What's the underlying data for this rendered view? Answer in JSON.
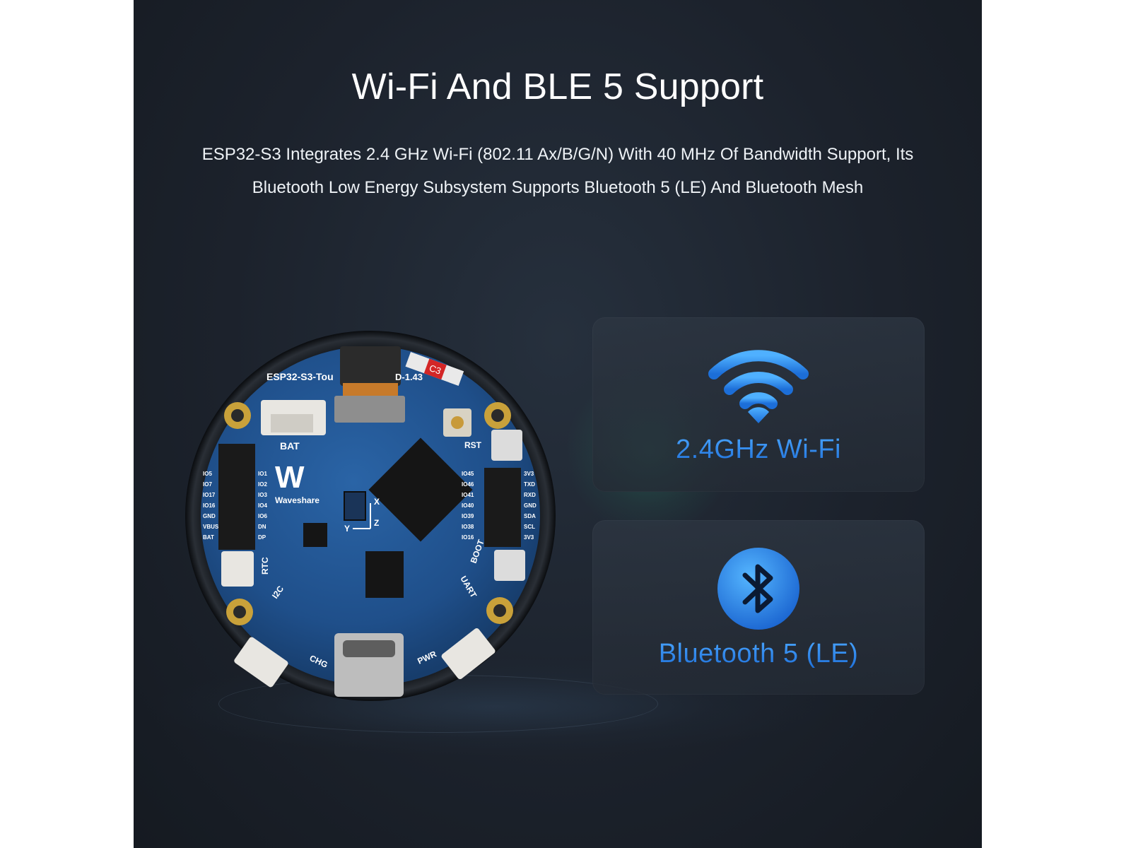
{
  "heading": {
    "title": "Wi-Fi And BLE 5 Support",
    "description_lines": [
      "ESP32-S3 Integrates 2.4 GHz Wi-Fi (802.11 Ax/B/G/N) With 40 MHz Of Bandwidth Support, Its",
      "Bluetooth Low Energy Subsystem Supports Bluetooth 5 (LE) And Bluetooth Mesh"
    ]
  },
  "board": {
    "model_label": "ESP32-S3-Tou",
    "model_suffix": "D-1.43",
    "brand": "Waveshare",
    "battery_label": "BAT",
    "rst_label": "RST",
    "boot_label": "BOOT",
    "rtc_label": "RTC",
    "i2c_label": "I2C",
    "uart_label": "UART",
    "chg_label": "CHG",
    "pwr_label": "PWR",
    "axis_x": "X",
    "axis_y": "Y",
    "axis_z": "Z",
    "sticker": "C3",
    "board_color": "#1f4f8a",
    "left_pins": [
      "IO5",
      "IO7",
      "IO17",
      "IO16",
      "GND",
      "VBUS",
      "BAT"
    ],
    "left_pins2": [
      "IO1",
      "IO2",
      "IO3",
      "IO4",
      "IO6",
      "DN",
      "DP"
    ],
    "right_pins": [
      "IO45",
      "IO46",
      "IO41",
      "IO40",
      "IO39",
      "IO38",
      "IO16"
    ],
    "right_pins2": [
      "3V3",
      "TXD",
      "RXD",
      "GND",
      "SDA",
      "SCL",
      "3V3"
    ]
  },
  "features": {
    "wifi": {
      "label": "2.4GHz Wi-Fi",
      "icon": "wifi-icon"
    },
    "bluetooth": {
      "label": "Bluetooth 5 (LE)",
      "icon": "bluetooth-icon"
    },
    "accent_color": "#2f8df0"
  }
}
